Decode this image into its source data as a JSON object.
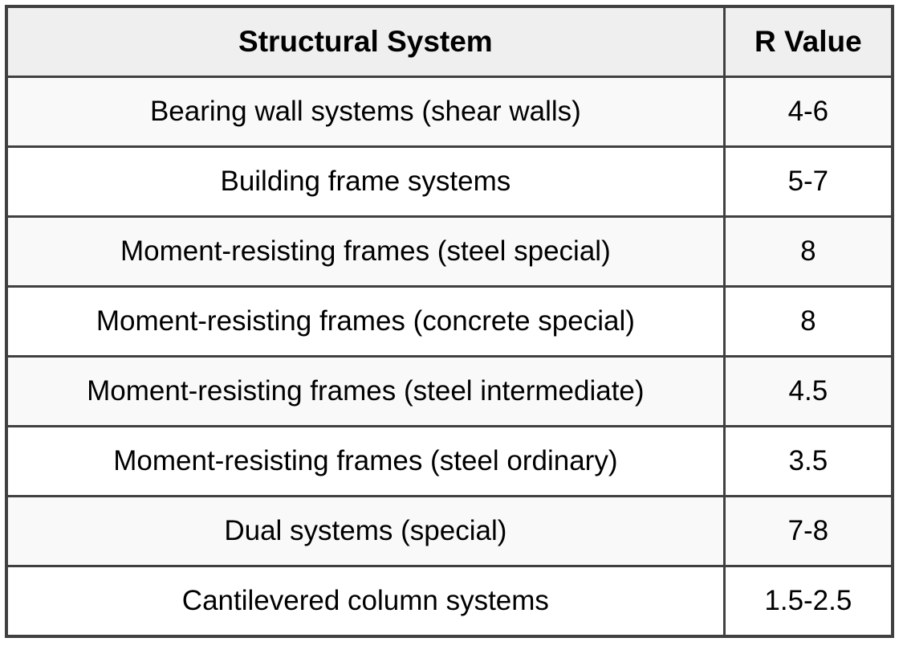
{
  "chart_data": {
    "type": "table",
    "title": "",
    "columns": [
      "Structural System",
      "R Value"
    ],
    "rows": [
      [
        "Bearing wall systems (shear walls)",
        "4-6"
      ],
      [
        "Building frame systems",
        "5-7"
      ],
      [
        "Moment-resisting frames (steel special)",
        "8"
      ],
      [
        "Moment-resisting frames (concrete special)",
        "8"
      ],
      [
        "Moment-resisting frames (steel intermediate)",
        "4.5"
      ],
      [
        "Moment-resisting frames (steel ordinary)",
        "3.5"
      ],
      [
        "Dual systems (special)",
        "7-8"
      ],
      [
        "Cantilevered column systems",
        "1.5-2.5"
      ]
    ]
  },
  "colors": {
    "border": "#404040",
    "header_bg": "#efefef",
    "row_stripe_bg": "#f9f9f9",
    "row_plain_bg": "#ffffff",
    "text": "#000000"
  }
}
